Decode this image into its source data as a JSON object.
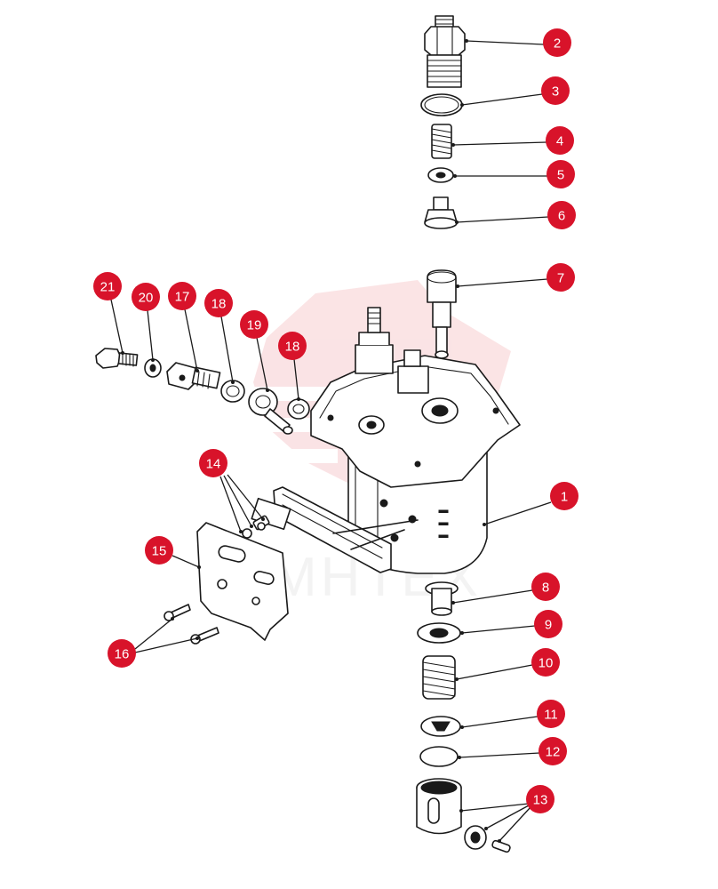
{
  "diagram": {
    "watermark_text": "МНТЕХ",
    "callout_color": "#d8132a",
    "callouts": [
      {
        "label": "1",
        "part": "pump-housing"
      },
      {
        "label": "2",
        "part": "delivery-valve-holder"
      },
      {
        "label": "3",
        "part": "o-ring"
      },
      {
        "label": "4",
        "part": "delivery-valve-spring"
      },
      {
        "label": "5",
        "part": "washer"
      },
      {
        "label": "6",
        "part": "delivery-valve"
      },
      {
        "label": "7",
        "part": "plunger-barrel"
      },
      {
        "label": "8",
        "part": "upper-spring-seat"
      },
      {
        "label": "9",
        "part": "spacer-ring"
      },
      {
        "label": "10",
        "part": "plunger-spring"
      },
      {
        "label": "11",
        "part": "lower-spring-seat"
      },
      {
        "label": "12",
        "part": "shim-disc"
      },
      {
        "label": "13",
        "part": "tappet-roller-pin"
      },
      {
        "label": "14",
        "part": "cover-screws"
      },
      {
        "label": "15",
        "part": "cover-plate"
      },
      {
        "label": "16",
        "part": "plate-screws"
      },
      {
        "label": "17",
        "part": "banjo-bolt"
      },
      {
        "label": "18",
        "part": "sealing-washer"
      },
      {
        "label": "19",
        "part": "banjo-fitting"
      },
      {
        "label": "20",
        "part": "small-washer"
      },
      {
        "label": "21",
        "part": "hex-bolt"
      }
    ]
  }
}
